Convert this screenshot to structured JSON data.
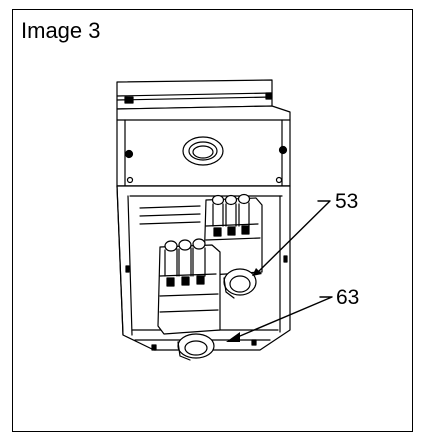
{
  "figure": {
    "title": "Image 3",
    "callouts": [
      {
        "label": "53"
      },
      {
        "label": "63"
      }
    ]
  }
}
